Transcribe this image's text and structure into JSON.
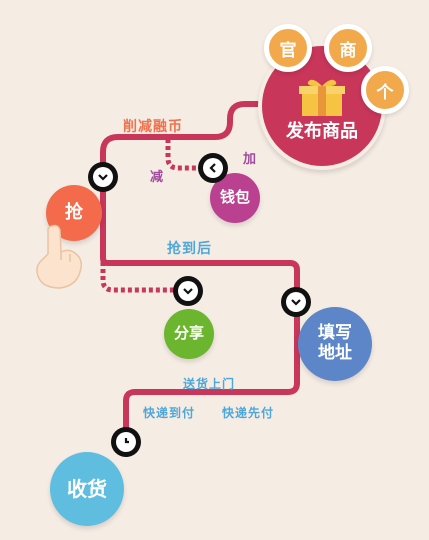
{
  "colors": {
    "track": "#c8365a",
    "publish": "#c8365a",
    "grab": "#f36b4b",
    "wallet": "#b9418f",
    "share": "#6cb52f",
    "address": "#5c86c8",
    "receive": "#5fbde0",
    "badge": "#f2a94b",
    "label_orange": "#f0724d",
    "label_purple": "#a34ba0",
    "label_blue": "#4fa7d9"
  },
  "nodes": {
    "publish": "发布商品",
    "grab": "抢",
    "wallet": "钱包",
    "share": "分享",
    "address_line1": "填写",
    "address_line2": "地址",
    "receive": "收货"
  },
  "badges": [
    "官",
    "商",
    "个"
  ],
  "labels": {
    "reduce_coin": "削减融币",
    "minus": "减",
    "plus": "加",
    "after_grab": "抢到后",
    "door_delivery": "送货上门",
    "cod": "快递到付",
    "prepaid": "快递先付"
  },
  "icons": {
    "gift": "gift-icon",
    "hand": "pointing-hand-icon",
    "down": "chevron-down-icon",
    "left": "chevron-left-icon",
    "clock": "clock-icon"
  }
}
